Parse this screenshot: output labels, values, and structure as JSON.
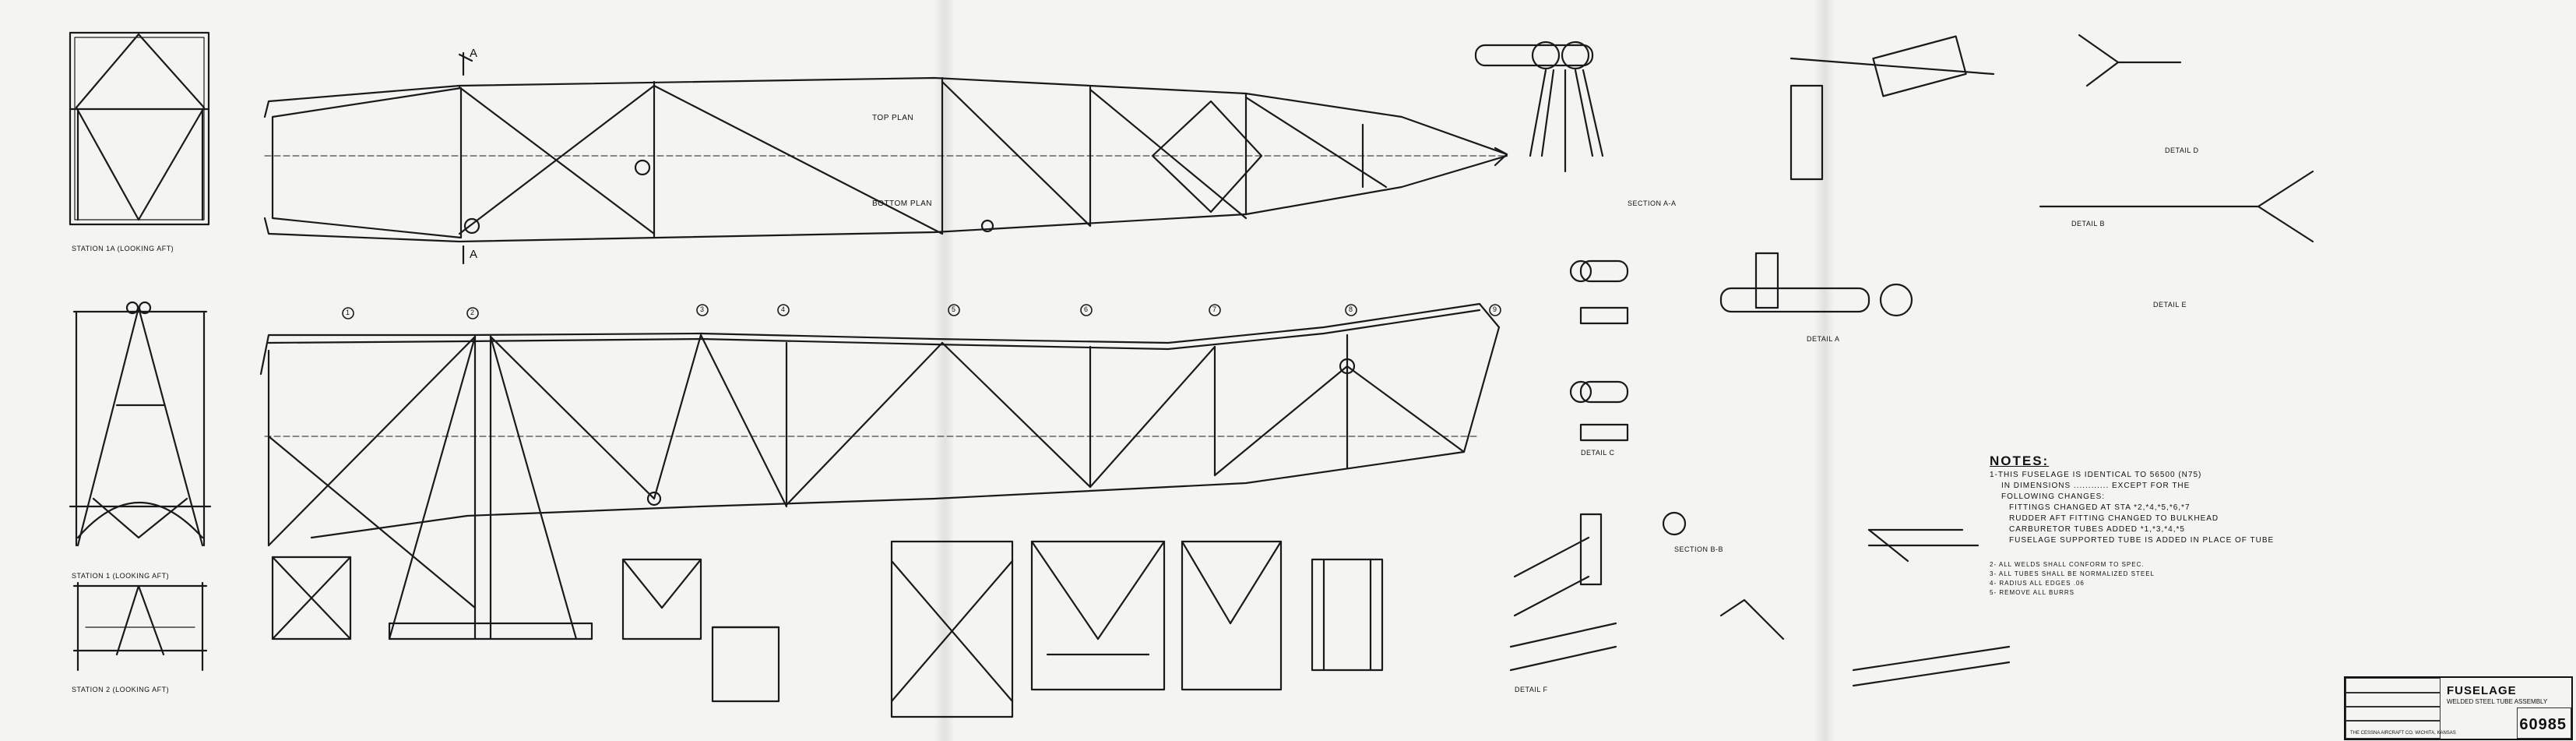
{
  "labels": {
    "section_a": "A",
    "top_plan": "TOP PLAN",
    "bottom_plan": "BOTTOM PLAN",
    "station_1a": "STATION 1A (LOOKING AFT)",
    "station_1": "STATION 1 (LOOKING AFT)",
    "station_2": "STATION 2 (LOOKING AFT)",
    "section_aa": "SECTION A-A",
    "section_bb": "SECTION B-B",
    "detail_a": "DETAIL A",
    "detail_b": "DETAIL B",
    "detail_c": "DETAIL C",
    "detail_d": "DETAIL D",
    "detail_e": "DETAIL E",
    "detail_f": "DETAIL F",
    "station_numbers": [
      "1",
      "2",
      "3",
      "4",
      "5",
      "6",
      "7",
      "8",
      "9"
    ]
  },
  "notes": {
    "title": "NOTES:",
    "lines": [
      "1-THIS FUSELAGE IS IDENTICAL TO 56500 (N75)",
      "IN DIMENSIONS ............ EXCEPT FOR THE",
      "FOLLOWING CHANGES:",
      "FITTINGS CHANGED AT STA *2,*4,*5,*6,*7",
      "RUDDER AFT FITTING CHANGED TO BULKHEAD",
      "CARBURETOR TUBES ADDED *1,*3,*4,*5",
      "FUSELAGE SUPPORTED TUBE IS ADDED IN PLACE OF TUBE"
    ],
    "sub_lines": [
      "2- ALL WELDS SHALL CONFORM TO SPEC.",
      "3- ALL TUBES SHALL BE NORMALIZED STEEL",
      "4- RADIUS ALL EDGES .06",
      "5- REMOVE ALL BURRS"
    ]
  },
  "title_block": {
    "title": "FUSELAGE",
    "subtitle": "WELDED STEEL TUBE ASSEMBLY",
    "number": "60985",
    "company": "THE CESSNA AIRCRAFT CO. WICHITA, KANSAS"
  }
}
